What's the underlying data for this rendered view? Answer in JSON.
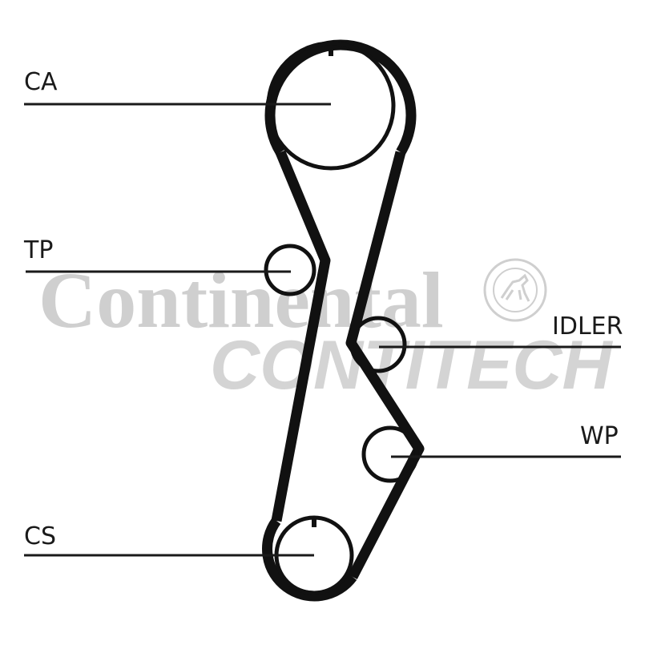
{
  "diagram": {
    "type": "timing-belt-routing",
    "colors": {
      "belt": "#111111",
      "lines": "#1a1a1a",
      "watermark": "#cfcfcf",
      "background": "#ffffff"
    }
  },
  "watermark": {
    "brand": "Continental",
    "sub_brand": "CONTITECH",
    "seal_icon": "horse-seal-icon"
  },
  "labels": {
    "ca": "CA",
    "tp": "TP",
    "idler": "IDLER",
    "wp": "WP",
    "cs": "CS"
  }
}
